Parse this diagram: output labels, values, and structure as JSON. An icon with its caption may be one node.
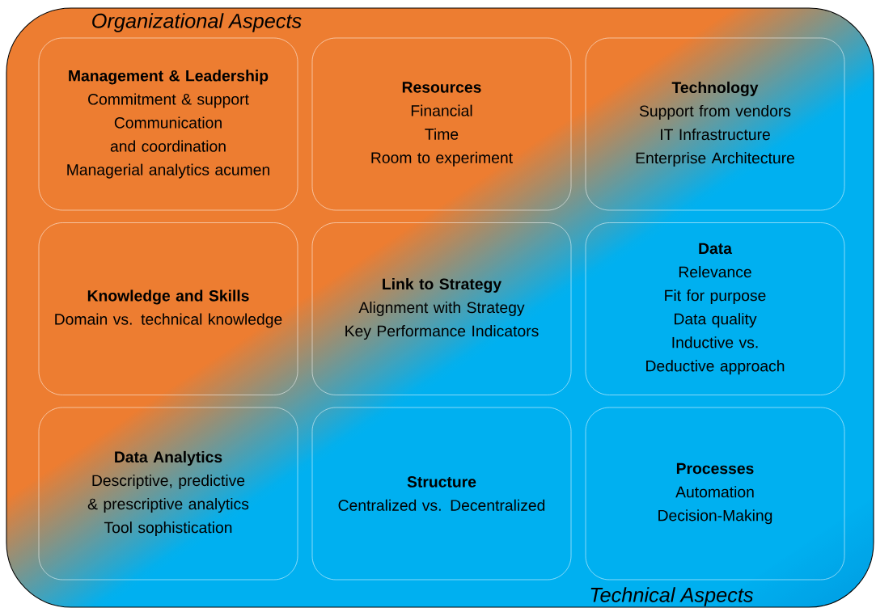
{
  "diagram": {
    "nodes": [
      {
        "text": [
          "Organizational Aspects",
          "Technical Aspects"
        ]
      },
      {
        "text": [
          "Management & Leadership",
          "Commitment & support",
          "Communication and coordination",
          "Managerial analytics acumen"
        ],
        "in": 0
      },
      {
        "text": [
          "Resources",
          "Financial",
          "Time",
          "Room to experiment"
        ],
        "in": 0
      },
      {
        "text": [
          "Technology",
          "Support from vendors",
          "IT Infrastructure",
          "Enterprise Architecture"
        ],
        "in": 0
      },
      {
        "text": [
          "Knowledge and Skills",
          "Domain vs. technical knowledge"
        ],
        "in": 0
      },
      {
        "text": [
          "Link to Strategy",
          "Alignment with Strategy",
          "Key Performance Indicators"
        ],
        "in": 0
      },
      {
        "text": [
          "Data",
          "Relevance",
          "Fit for purpose",
          "Data quality",
          "Inductive vs. Deductive approach"
        ],
        "in": 0
      },
      {
        "text": [
          "Data Analytics",
          "Descriptive, predictive & prescriptive analytics",
          "Tool sophistication"
        ],
        "in": 0
      },
      {
        "text": [
          "Structure",
          "Centralized vs. Decentralized"
        ],
        "in": 0
      },
      {
        "text": [
          "Processes",
          "Automation",
          "Decision-Making"
        ],
        "in": 0
      }
    ]
  }
}
